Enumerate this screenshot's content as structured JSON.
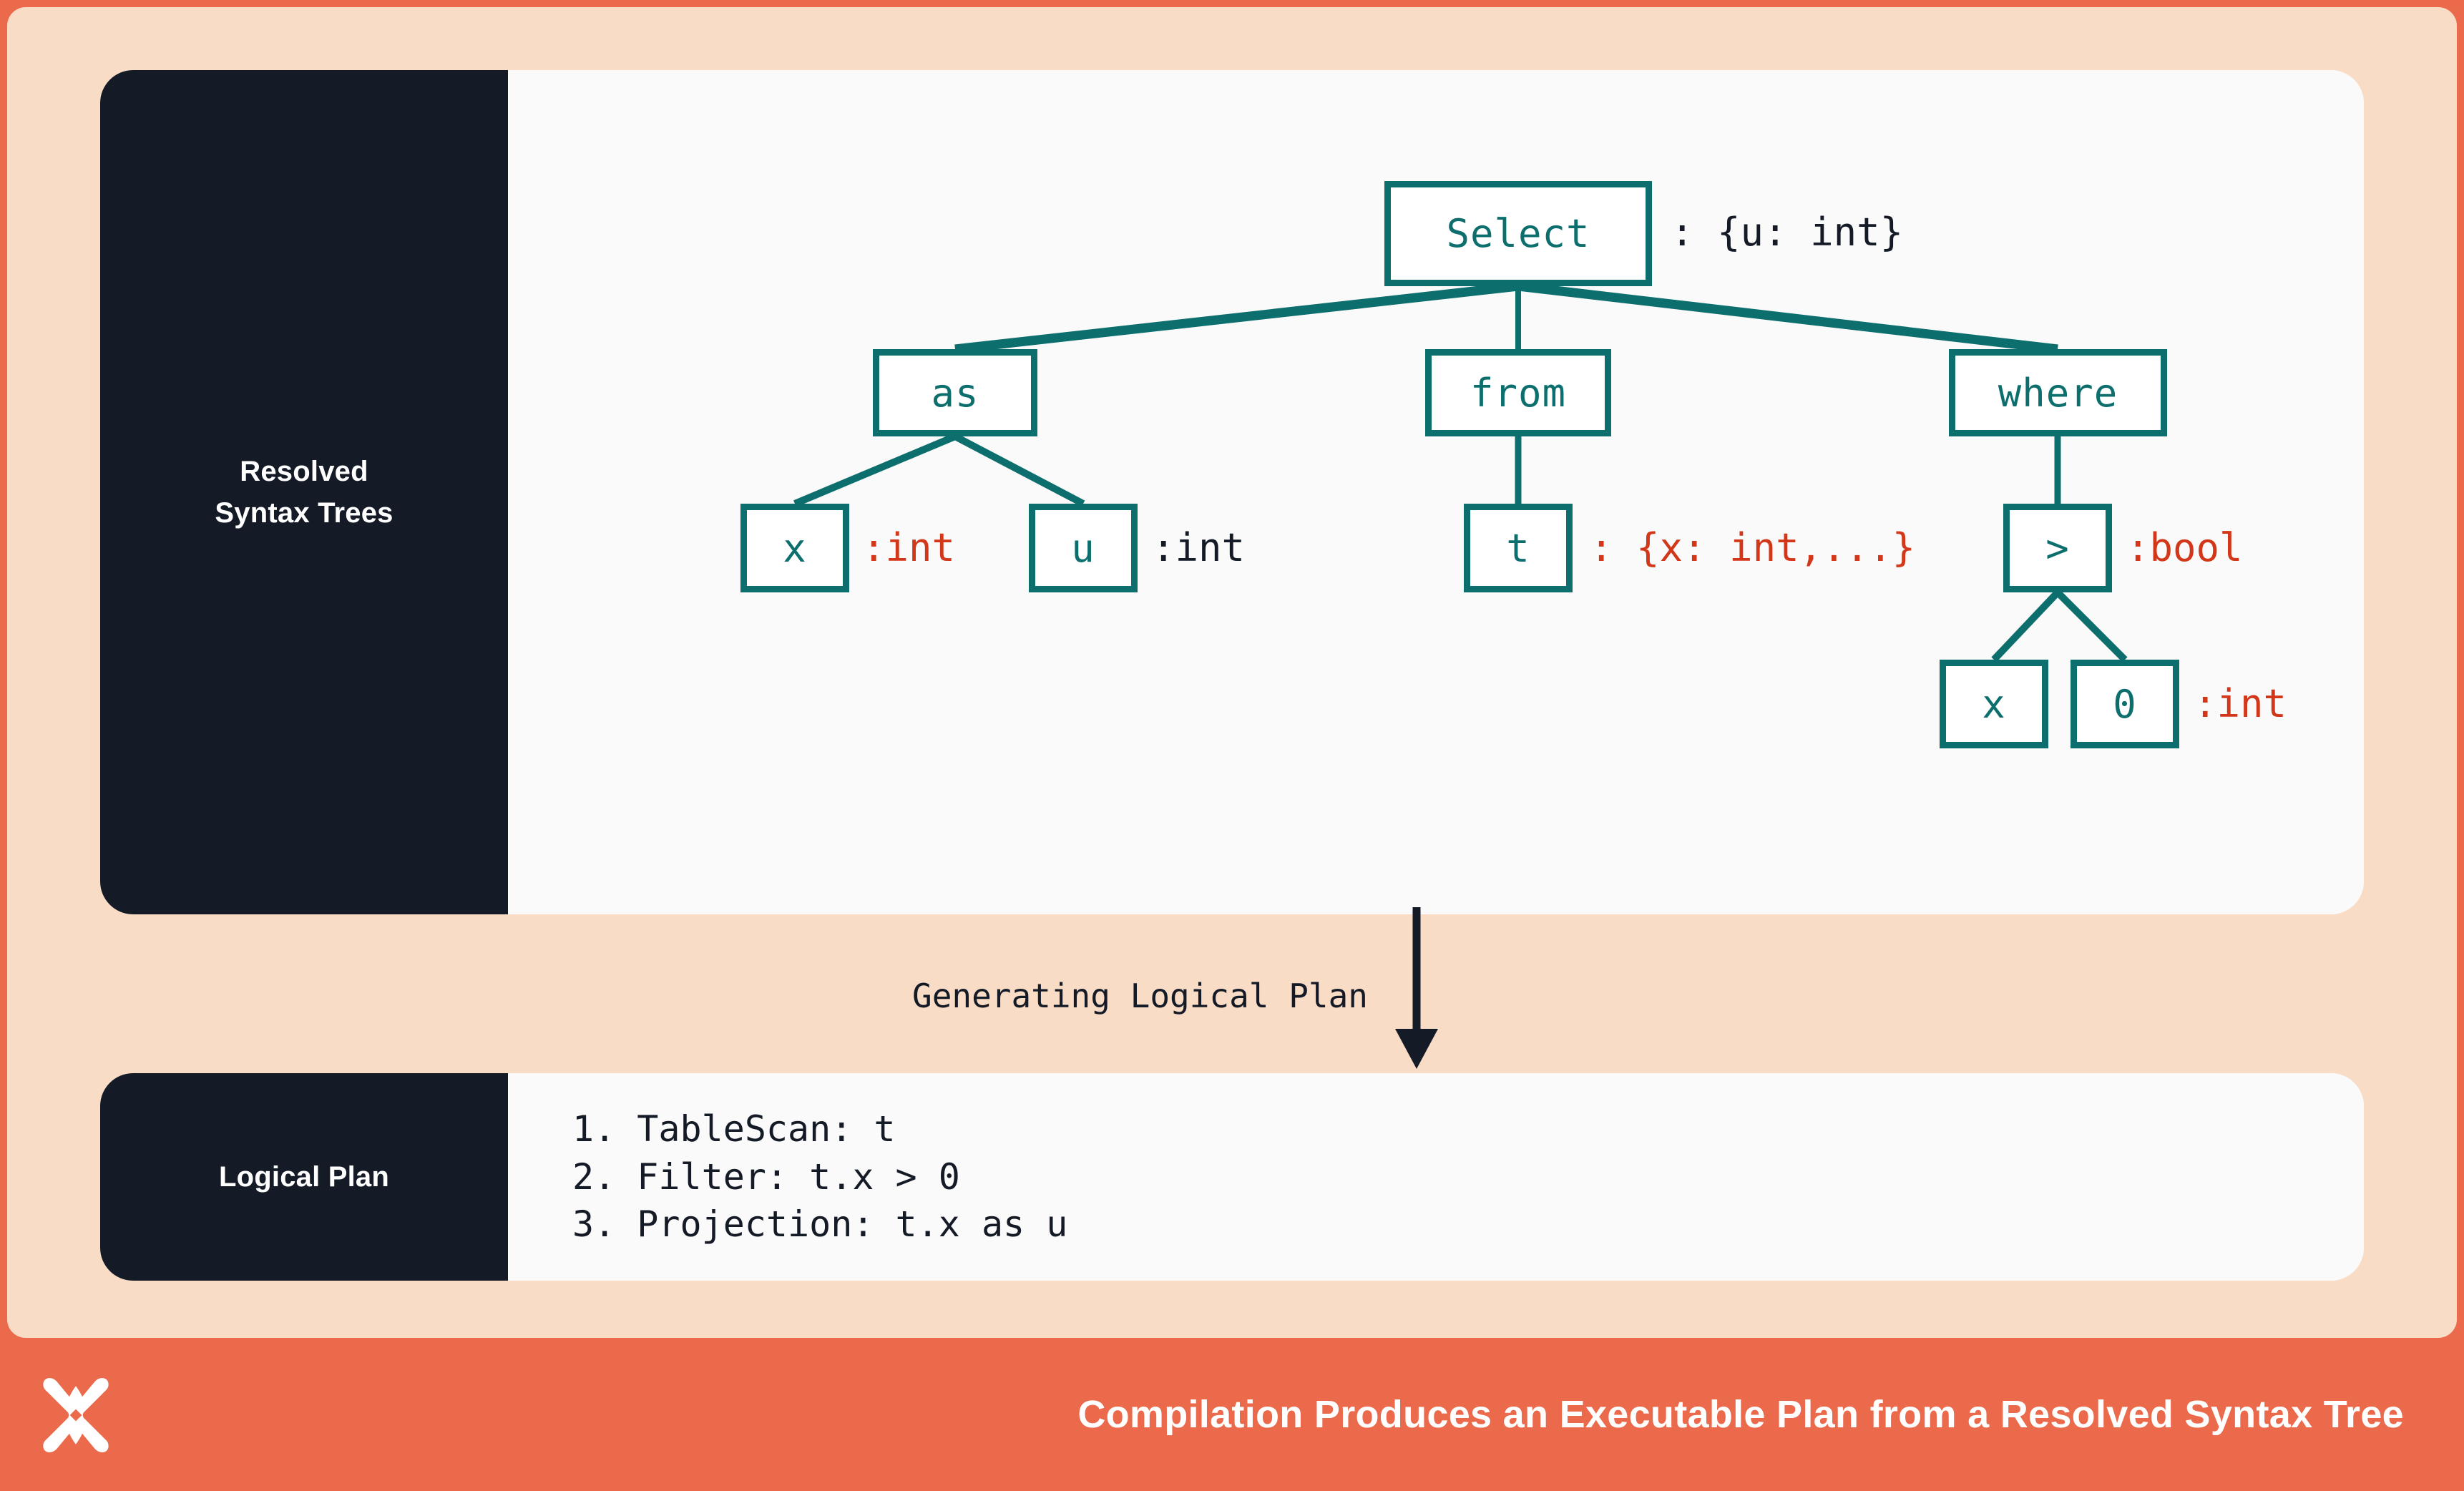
{
  "theme": {
    "border_orange": "#ec6a4c",
    "background_peach": "#f9dcc6",
    "panel_dark": "#141a26",
    "panel_light": "#fafafa",
    "node_teal": "#0d6e6e",
    "type_red": "#d2371a",
    "type_dark": "#141a26"
  },
  "sections": {
    "rst": {
      "label_line1": "Resolved",
      "label_line2": "Syntax Trees"
    },
    "logical_plan": {
      "label": "Logical Plan"
    }
  },
  "transition": {
    "label": "Generating Logical Plan"
  },
  "tree": {
    "nodes": [
      {
        "id": "select",
        "label": "Select",
        "annotation": ": {u: int}",
        "annotation_color": "dark"
      },
      {
        "id": "as",
        "label": "as",
        "annotation": "",
        "annotation_color": "none"
      },
      {
        "id": "from",
        "label": "from",
        "annotation": "",
        "annotation_color": "none"
      },
      {
        "id": "where",
        "label": "where",
        "annotation": "",
        "annotation_color": "none"
      },
      {
        "id": "as-x",
        "label": "x",
        "annotation": ":int",
        "annotation_color": "red"
      },
      {
        "id": "as-u",
        "label": "u",
        "annotation": ":int",
        "annotation_color": "dark"
      },
      {
        "id": "from-t",
        "label": "t",
        "annotation": ": {x: int,...}",
        "annotation_color": "red"
      },
      {
        "id": "gt",
        "label": ">",
        "annotation": ":bool",
        "annotation_color": "red"
      },
      {
        "id": "gt-x",
        "label": "x",
        "annotation": ":int",
        "annotation_color": "red"
      },
      {
        "id": "gt-0",
        "label": "0",
        "annotation": ":int",
        "annotation_color": "red"
      }
    ],
    "edges": [
      {
        "from": "select",
        "to": "as"
      },
      {
        "from": "select",
        "to": "from"
      },
      {
        "from": "select",
        "to": "where"
      },
      {
        "from": "as",
        "to": "as-x"
      },
      {
        "from": "as",
        "to": "as-u"
      },
      {
        "from": "from",
        "to": "from-t"
      },
      {
        "from": "where",
        "to": "gt"
      },
      {
        "from": "gt",
        "to": "gt-x"
      },
      {
        "from": "gt",
        "to": "gt-0"
      }
    ]
  },
  "plan": {
    "steps": [
      "1. TableScan: t",
      "2. Filter: t.x > 0",
      "3. Projection: t.x as u"
    ]
  },
  "footer": {
    "caption": "Compilation Produces an Executable Plan from a Resolved Syntax Tree",
    "logo": "butterfly-logo"
  }
}
